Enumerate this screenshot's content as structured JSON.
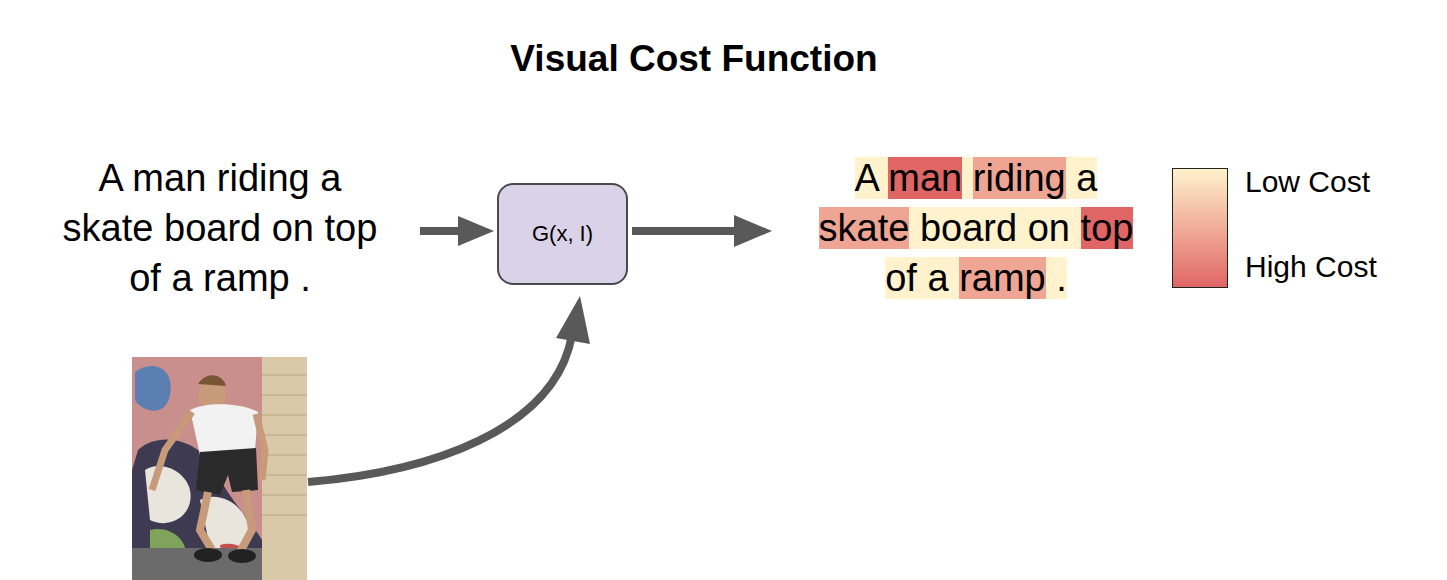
{
  "diagram": {
    "title": "Visual Cost Function",
    "nodes": [
      {
        "text": [
          "G(x, I)"
        ]
      }
    ],
    "labels": [
      "A man riding a skate board on top of a ramp .",
      "A",
      "man",
      "riding",
      "a",
      "skate",
      "board",
      "on",
      "top",
      "of",
      "a",
      "ramp",
      "."
    ],
    "legend": [
      {
        "text": "Low Cost",
        "color": "#fff2cc"
      },
      {
        "text": "High Cost",
        "color": "#e06666"
      }
    ]
  }
}
